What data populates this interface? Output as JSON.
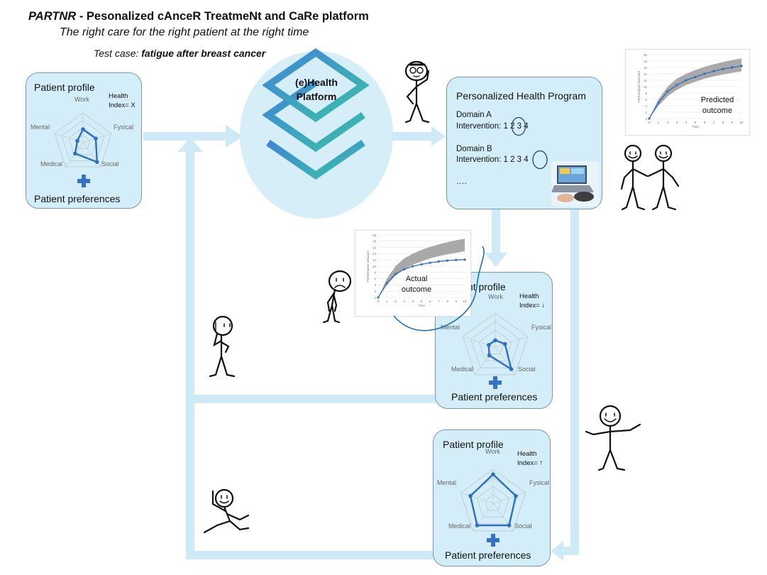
{
  "header": {
    "brand": "PARTNR",
    "title_rest": " - Pesonalized cAnceR TreatmeNt and CaRe platform",
    "subtitle": "The right care for the right patient at the right time",
    "test_case_label": "Test case: ",
    "test_case_value": "fatigue after breast cancer"
  },
  "platform": {
    "line1": "(e)Health",
    "line2": "Platform"
  },
  "profile_initial": {
    "title": "Patient profile",
    "health_index": [
      "Health",
      "Index= X"
    ],
    "axes": [
      "Work",
      "Fysical",
      "Social",
      "Medical",
      "Mental"
    ],
    "values": [
      0.45,
      0.45,
      0.8,
      0.45,
      0.2
    ],
    "preferences": "Patient preferences"
  },
  "program": {
    "title": "Personalized Health Program",
    "domain_a": "Domain A",
    "domain_a_intervention": "Intervention:  1  2  3  4",
    "domain_a_selected": "3",
    "domain_b": "Domain B",
    "domain_b_intervention": "Intervention:  1  2  3  4",
    "domain_b_selected": "4",
    "ellipsis": "…."
  },
  "profile_worse": {
    "title": "Patient profile",
    "health_index": [
      "Health",
      "Index= ↓"
    ],
    "axes": [
      "Work",
      "Fysical",
      "Social",
      "Medical",
      "Mental"
    ],
    "values": [
      0.2,
      0.3,
      0.8,
      0.3,
      0.2
    ],
    "preferences": "Patient preferences"
  },
  "profile_better": {
    "title": "Patient profile",
    "health_index": [
      "Health",
      "Index= ↑"
    ],
    "axes": [
      "Work",
      "Fysical",
      "Social",
      "Medical",
      "Mental"
    ],
    "values": [
      0.85,
      0.7,
      0.8,
      0.8,
      0.7
    ],
    "preferences": "Patient preferences"
  },
  "predicted_chart": {
    "note": [
      "Predicted",
      "outcome"
    ]
  },
  "actual_chart": {
    "note": [
      "Actual",
      "outcome"
    ]
  },
  "chart_data": [
    {
      "type": "line",
      "name": "predicted",
      "x": [
        0,
        1,
        2,
        3,
        4,
        5,
        6,
        7,
        8,
        9,
        10
      ],
      "values": [
        0,
        5,
        8.5,
        10.5,
        12,
        13,
        14,
        14.8,
        15.5,
        16,
        16.5
      ],
      "band_low": [
        0,
        4,
        7,
        9,
        10.5,
        11.5,
        12.5,
        13.2,
        13.8,
        14.3,
        14.8
      ],
      "band_high": [
        0,
        6,
        10,
        12.5,
        14,
        15.2,
        16.2,
        17,
        17.7,
        18.3,
        18.8
      ],
      "ylim": [
        0,
        20
      ],
      "xlabel": "Time",
      "ylabel": "Performance measure",
      "yticks": [
        0,
        2,
        4,
        6,
        8,
        10,
        12,
        14,
        16,
        18,
        20
      ],
      "xticks": [
        0,
        1,
        2,
        3,
        4,
        5,
        6,
        7,
        8,
        9,
        10
      ]
    },
    {
      "type": "line",
      "name": "actual",
      "x": [
        0,
        1,
        2,
        3,
        4,
        5,
        6,
        7,
        8,
        9,
        10
      ],
      "values": [
        0,
        4.5,
        7.5,
        9,
        10,
        10.6,
        11.1,
        11.5,
        11.8,
        12,
        12.1
      ],
      "band_low": [
        0,
        4,
        7,
        9,
        10.5,
        11.5,
        12.5,
        13.2,
        13.8,
        14.3,
        14.8
      ],
      "band_high": [
        0,
        6,
        10,
        12.5,
        14,
        15.2,
        16.2,
        17,
        17.7,
        18.3,
        18.8
      ],
      "ylim": [
        0,
        20
      ],
      "xlabel": "Time",
      "ylabel": "Performance measure",
      "yticks": [
        0,
        2,
        4,
        6,
        8,
        10,
        12,
        14,
        16,
        18,
        20
      ],
      "xticks": [
        0,
        1,
        2,
        3,
        4,
        5,
        6,
        7,
        8,
        9,
        10
      ]
    }
  ],
  "colors": {
    "line": "#2f6fc2",
    "band": "#a9a9a9",
    "flow": "#cdeaf6",
    "card": "#d3eef8"
  }
}
